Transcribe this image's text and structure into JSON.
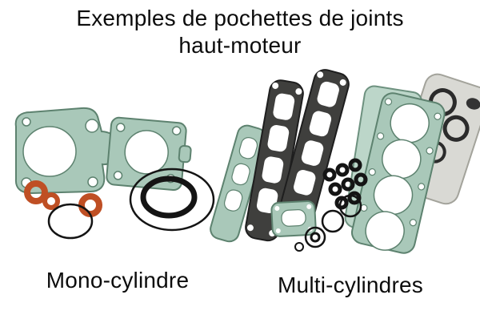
{
  "title": {
    "line1": "Exemples de pochettes de joints",
    "line2": "haut-moteur"
  },
  "labels": {
    "mono": "Mono-cylindre",
    "multi": "Multi-cylindres"
  },
  "colors": {
    "background": "#ffffff",
    "text": "#0c0c0c",
    "gasket_teal": "#a9c8b9",
    "gasket_teal_light": "#bcd6c9",
    "gasket_teal_edge": "#5d826f",
    "o_ring_orange": "#bf4f24",
    "gasket_dark": "#3f3f3d",
    "ring_black": "#141414",
    "gasket_gray": "#d9d9d4"
  }
}
